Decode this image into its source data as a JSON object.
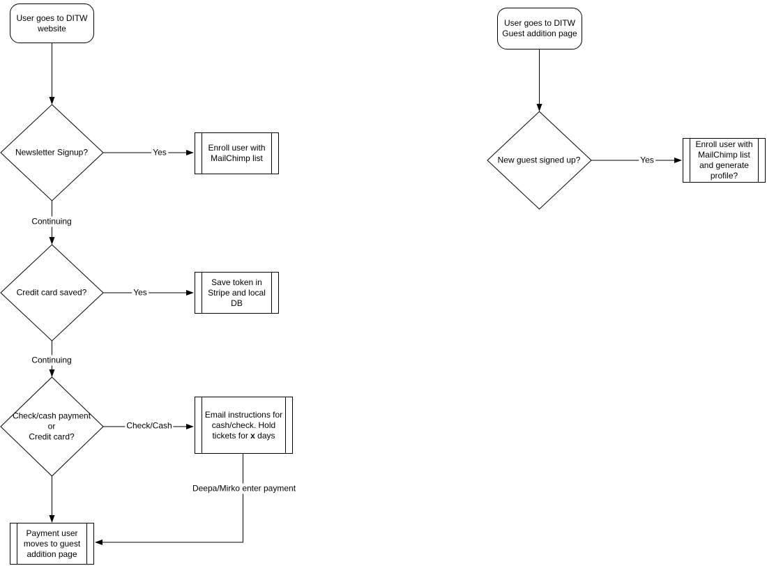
{
  "colors": {
    "stroke": "#000000",
    "fill": "#ffffff",
    "text": "#000000"
  },
  "left_flow": {
    "start": "User goes to DITW website",
    "decision1": "Newsletter Signup?",
    "edge_yes1": "Yes",
    "process1": "Enroll user with MailChimp list",
    "edge_continuing1": "Continuing",
    "decision2": "Credit card saved?",
    "edge_yes2": "Yes",
    "process2": "Save token in Stripe and local DB",
    "edge_continuing2": "Continuing",
    "decision3_line1": "Check/cash payment",
    "decision3_line2": "or",
    "decision3_line3": "Credit card?",
    "edge_check_cash": "Check/Cash",
    "process3_part1": "Email instructions for cash/check. Hold tickets for ",
    "process3_bold": "x",
    "process3_part2": " days",
    "edge_deepa_mirko": "Deepa/Mirko enter payment",
    "process4": "Payment user moves to guest addition page"
  },
  "right_flow": {
    "start": "User goes to DITW Guest addition page",
    "decision1": "New guest signed up?",
    "edge_yes": "Yes",
    "process1": "Enroll user with MailChimp list and generate profile?"
  }
}
